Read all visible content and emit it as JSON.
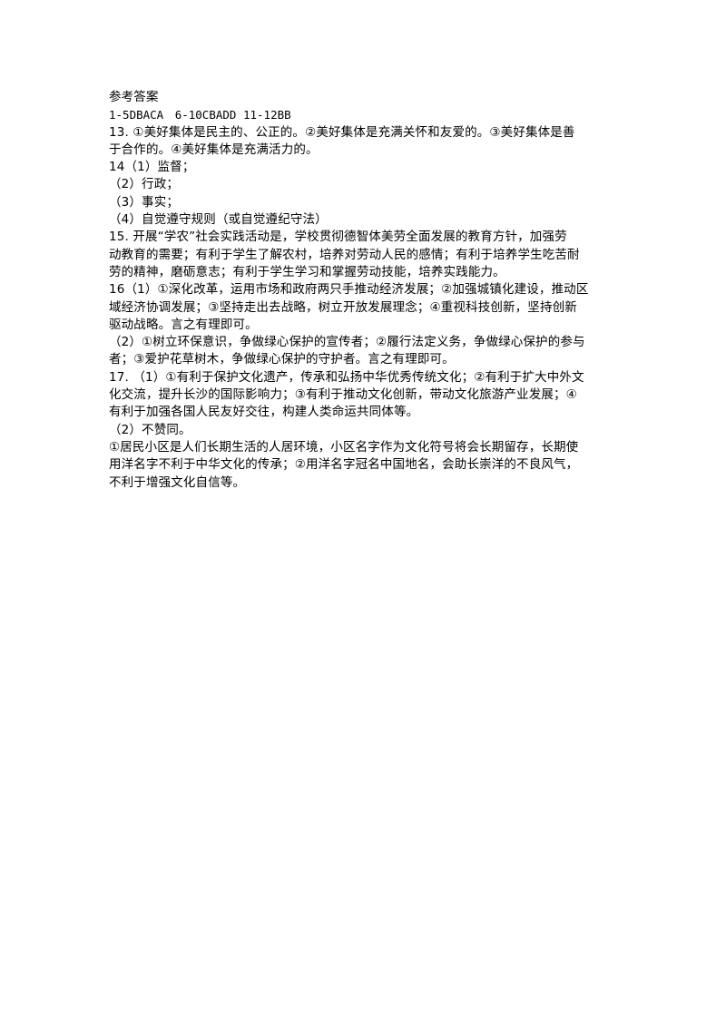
{
  "document": {
    "heading": "参考答案",
    "choice_answers": "1-5DBACA　6-10CBADD 11-12BB",
    "lines": [
      "13. ①美好集体是民主的、公正的。②美好集体是充满关怀和友爱的。③美好集体是善",
      "于合作的。④美好集体是充满活力的。",
      "14（1）监督；",
      "（2）行政；",
      "（3）事实；",
      "（4）自觉遵守规则（或自觉遵纪守法）",
      "15. 开展“学农”社会实践活动是，学校贯彻德智体美劳全面发展的教育方针，加强劳",
      "动教育的需要；有利于学生了解农村，培养对劳动人民的感情；有利于培养学生吃苦耐",
      "劳的精神，磨砺意志；有利于学生学习和掌握劳动技能，培养实践能力。",
      "16（1）①深化改革，运用市场和政府两只手推动经济发展；②加强城镇化建设，推动区",
      "域经济协调发展；③坚持走出去战略，树立开放发展理念；④重视科技创新，坚持创新",
      "驱动战略。言之有理即可。",
      "（2）①树立环保意识，争做绿心保护的宣传者；②履行法定义务，争做绿心保护的参与",
      "者；③爱护花草树木，争做绿心保护的守护者。言之有理即可。",
      "17. （1）①有利于保护文化遗产，传承和弘扬中华优秀传统文化；②有利于扩大中外文",
      "化交流，提升长沙的国际影响力；③有利于推动文化创新，带动文化旅游产业发展；④",
      "有利于加强各国人民友好交往，构建人类命运共同体等。",
      "（2）不赞同。",
      "①居民小区是人们长期生活的人居环境，小区名字作为文化符号将会长期留存，长期使",
      "用洋名字不利于中华文化的传承；②用洋名字冠名中国地名，会助长崇洋的不良风气，",
      "不利于增强文化自信等。"
    ]
  }
}
